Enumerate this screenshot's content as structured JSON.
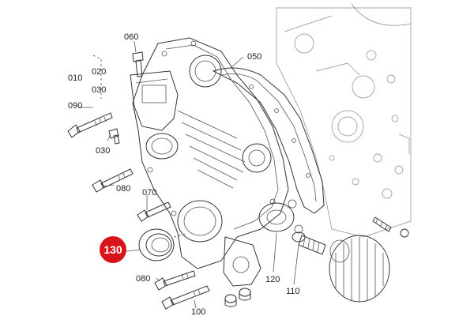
{
  "labels": {
    "p010": "010",
    "p020": "020",
    "p030a": "030",
    "p030b": "030",
    "p050": "050",
    "p060": "060",
    "p070": "070",
    "p080a": "080",
    "p080b": "080",
    "p090": "090",
    "p100": "100",
    "p110": "110",
    "p120": "120"
  },
  "callout": {
    "number": "130",
    "color": "#d8141b"
  },
  "colors": {
    "line": "#333333",
    "background": "#ffffff"
  }
}
